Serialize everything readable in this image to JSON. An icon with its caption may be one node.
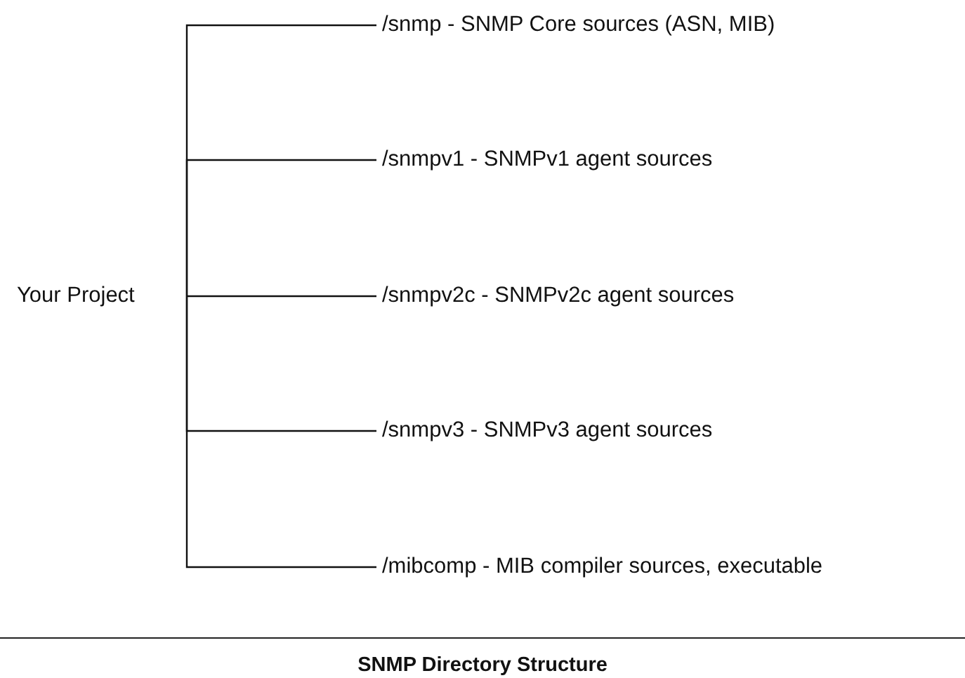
{
  "diagram": {
    "title": "SNMP Directory Structure",
    "nodes": [
      {
        "text": [
          "Your Project"
        ]
      },
      {
        "text": [
          "/snmp - SNMP Core sources (ASN, MIB)"
        ]
      },
      {
        "text": [
          "/snmpv1 - SNMPv1 agent sources"
        ]
      },
      {
        "text": [
          "/snmpv2c - SNMPv2c agent sources"
        ]
      },
      {
        "text": [
          "/snmpv3 - SNMPv3 agent sources"
        ]
      },
      {
        "text": [
          "/mibcomp - MIB compiler sources, executable"
        ]
      }
    ],
    "edges": [
      {
        "from": 0,
        "to": 1,
        "arrow": "none"
      },
      {
        "from": 0,
        "to": 2,
        "arrow": "none"
      },
      {
        "from": 0,
        "to": 3,
        "arrow": "none"
      },
      {
        "from": 0,
        "to": 4,
        "arrow": "none"
      },
      {
        "from": 0,
        "to": 5,
        "arrow": "none"
      }
    ]
  }
}
